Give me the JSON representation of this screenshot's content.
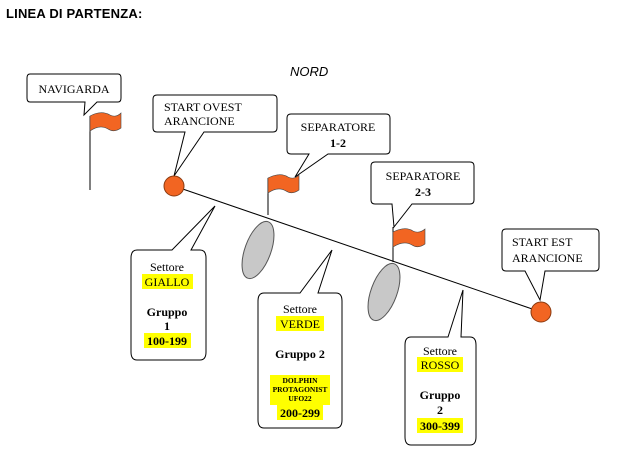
{
  "title": "LINEA DI PARTENZA:",
  "compass": "NORD",
  "callouts": {
    "navigarda": "NAVIGARDA",
    "start_ovest": [
      "START OVEST",
      "ARANCIONE"
    ],
    "separatore_1_2": {
      "name": "SEPARATORE",
      "num": "1-2"
    },
    "separatore_2_3": {
      "name": "SEPARATORE",
      "num": "2-3"
    },
    "start_est": [
      "START EST",
      "ARANCIONE"
    ]
  },
  "sectors": {
    "giallo": {
      "label": "Settore",
      "color_name": "GIALLO",
      "group": [
        "Gruppo",
        "1"
      ],
      "range": "100-199"
    },
    "verde": {
      "label": "Settore",
      "color_name": "VERDE",
      "group": [
        "Gruppo 2"
      ],
      "boats": [
        "DOLPHIN",
        "PROTAGONIST",
        "UFO22"
      ],
      "range": "200-299"
    },
    "rosso": {
      "label": "Settore",
      "color_name": "ROSSO",
      "group": [
        "Gruppo",
        "2"
      ],
      "range": "300-399"
    }
  },
  "colors": {
    "flag": "#f26522",
    "buoy": "#f26522",
    "highlight": "#ffff00",
    "ellipse": "#c8c8c8"
  }
}
